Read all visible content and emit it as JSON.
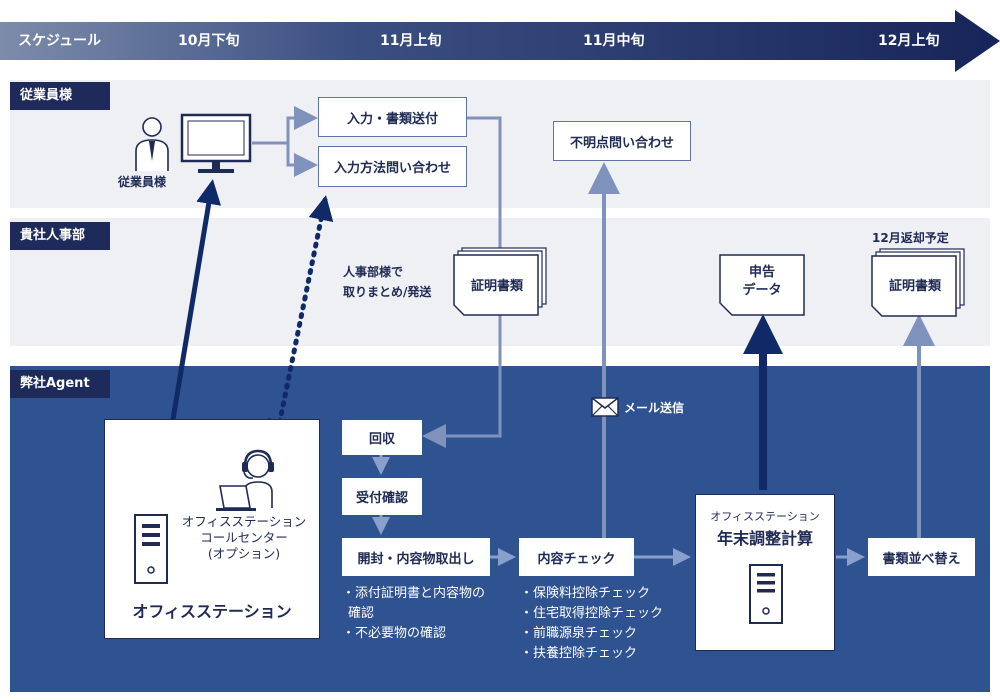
{
  "timeline": {
    "label": "スケジュール",
    "periods": [
      "10月下旬",
      "11月上旬",
      "11月中旬",
      "12月上旬"
    ]
  },
  "lanes": {
    "employee": "従業員様",
    "hr": "貴社人事部",
    "agent": "弊社Agent"
  },
  "employee": {
    "person_label": "従業員様",
    "input_submit": "入力・書類送付",
    "input_inquiry": "入力方法問い合わせ",
    "unclear_inquiry": "不明点問い合わせ"
  },
  "hr": {
    "collect_note_line1": "人事部様で",
    "collect_note_line2": "取りまとめ/発送",
    "cert_docs": "証明書類",
    "declaration_line1": "申告",
    "declaration_line2": "データ",
    "return_label": "12月返却予定",
    "returned_docs": "証明書類"
  },
  "agent": {
    "collect": "回収",
    "receipt_confirm": "受付確認",
    "open_take_out": "開封・内容物取出し",
    "open_notes": [
      "・添付証明書と内容物の",
      "確認",
      "・不必要物の確認"
    ],
    "content_check": "内容チェック",
    "content_notes": [
      "・保険料控除チェック",
      "・住宅取得控除チェック",
      "・前職源泉チェック",
      "・扶養控除チェック"
    ],
    "mail_send": "メール送信",
    "office_station_small": "オフィスステーション",
    "year_end_calc": "年末調整計算",
    "sort_docs": "書類並べ替え",
    "callcenter_lines": [
      "オフィスステーション",
      "コールセンター",
      "(オプション)"
    ],
    "office_station_main": "オフィスステーション"
  },
  "colors": {
    "navy": "#1e2a5a",
    "agent_bg": "#2f5291",
    "lane_bg": "#eff0f3",
    "arrow_light": "#7f92bb",
    "arrow_dark": "#0f2a66"
  }
}
